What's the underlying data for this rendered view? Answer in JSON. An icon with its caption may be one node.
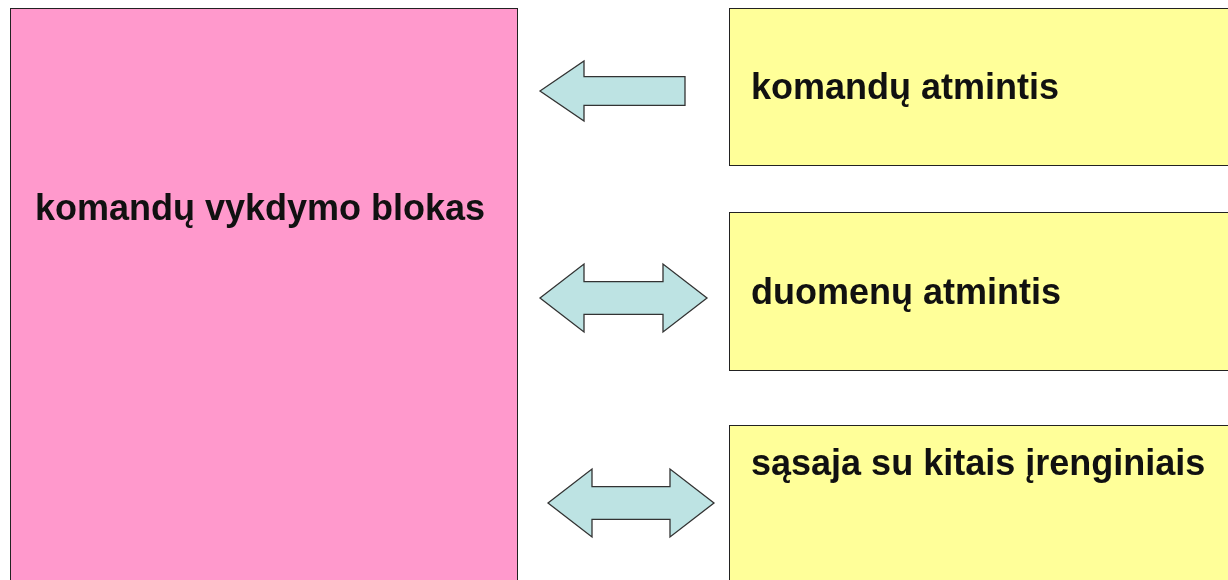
{
  "diagram": {
    "nodes": [
      {
        "text": [
          "komandų vykdymo blokas"
        ]
      },
      {
        "text": [
          "komandų atmintis"
        ]
      },
      {
        "text": [
          "duomenų atmintis"
        ]
      },
      {
        "text": [
          "sąsaja su kitais įrenginiais"
        ]
      }
    ],
    "edges": [
      {
        "from": 1,
        "to": 0,
        "arrow": "to"
      },
      {
        "from": 0,
        "to": 2,
        "arrow": "both"
      },
      {
        "from": 0,
        "to": 3,
        "arrow": "both"
      }
    ]
  }
}
